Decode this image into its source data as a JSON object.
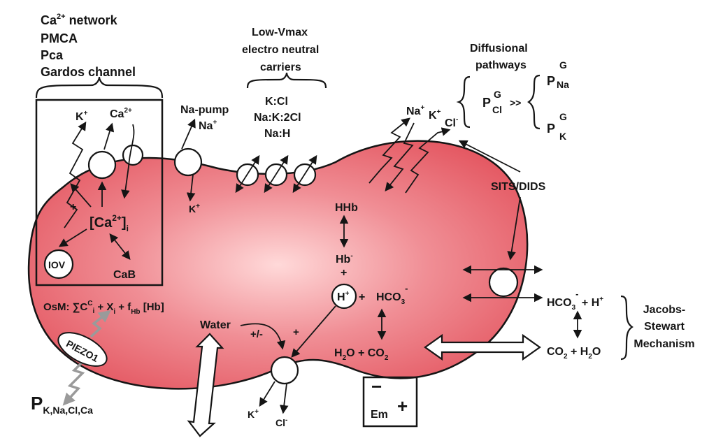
{
  "colors": {
    "cell_center": "#ffd9d9",
    "cell_edge": "#e8606a",
    "piezo_arrow": "#9a9a9a"
  },
  "ca_network": {
    "line1_base": "Ca",
    "line1_sup": "2+",
    "line1_rest": " network",
    "line2": "PMCA",
    "line3": "Pca",
    "line4": "Gardos channel"
  },
  "carriers": {
    "title1": "Low-Vmax",
    "title2": "electro neutral",
    "title3": "carriers",
    "item1": "K:Cl",
    "item2": "Na:K:2Cl",
    "item3": "Na:H"
  },
  "diffusional": {
    "title1": "Diffusional",
    "title2": "pathways",
    "p": "P",
    "sup_g": "G",
    "sub_na": "Na",
    "sub_cl": "Cl",
    "sub_k": "K",
    "gg": ">>"
  },
  "ca_box": {
    "k": "K",
    "k_sup": "+",
    "ca": "Ca",
    "ca_sup": "2+",
    "plus": "+",
    "cai_base": "[Ca",
    "cai_sup": "2+",
    "cai_close": "]",
    "cai_sub": "i",
    "iov": "IOV",
    "cab": "CaB"
  },
  "napump": {
    "label": "Na-pump",
    "na": "Na",
    "na_sup": "+",
    "k": "K",
    "k_sup": "+"
  },
  "diff_ions": {
    "na": "Na",
    "k": "K",
    "cl": "Cl",
    "sup_plus": "+",
    "sup_minus": "-"
  },
  "sits": "SITS/DIDS",
  "hb": {
    "hhb": "HHb",
    "hb": "Hb",
    "hb_sup": "-",
    "plus": "+",
    "h": "H",
    "h_sup": "+",
    "plus2": "+",
    "hco": "HCO",
    "hco_sub": "3",
    "hco_sup": "-",
    "h2o_co2_a": "H",
    "h2o_co2_b": "2",
    "h2o_co2_c": "O + CO",
    "h2o_co2_d": "2"
  },
  "osm": {
    "prefix": "OsM: ∑C",
    "c_sup": "C",
    "c_sub": "i",
    "mid": " + X",
    "x_sub": "i",
    "plus_f": " + f",
    "f_sub": "Hb",
    "end": " [Hb]"
  },
  "piezo": "PIEZO1",
  "perm": {
    "p": "P",
    "sub": "K,Na,Cl,Ca"
  },
  "water": {
    "label": "Water",
    "pm": "+/-",
    "plus": "+"
  },
  "anion_exch": {
    "k": "K",
    "k_sup": "+",
    "cl": "Cl",
    "cl_sup": "-"
  },
  "em": {
    "label": "Em",
    "minus": "−",
    "plus": "+"
  },
  "external": {
    "hco": "HCO",
    "hco_sub": "3",
    "hco_sup": "-",
    "hplus": " + H",
    "h_sup": "+",
    "co2": "CO",
    "co2_sub": "2",
    "h2o": " + H",
    "h2o_sub": "2",
    "h2o_o": "O"
  },
  "jacobs": {
    "line1": "Jacobs-",
    "line2": "Stewart",
    "line3": "Mechanism"
  }
}
